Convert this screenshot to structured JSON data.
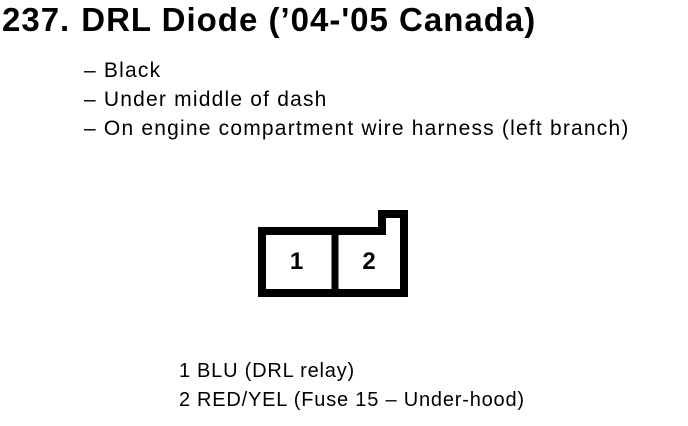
{
  "colors": {
    "ink": "#000000",
    "paper": "#ffffff"
  },
  "header": {
    "index": "237.",
    "title": "DRL Diode (’04-'05 Canada)"
  },
  "notes": [
    "– Black",
    "– Under middle of dash",
    "– On engine compartment wire harness (left branch)"
  ],
  "connector": {
    "cavity_1": "1",
    "cavity_2": "2"
  },
  "legend": {
    "pins": [
      {
        "pin": "1",
        "label": "BLU (DRL relay)"
      },
      {
        "pin": "2",
        "label": "RED/YEL (Fuse 15 – Under-hood)"
      }
    ]
  }
}
